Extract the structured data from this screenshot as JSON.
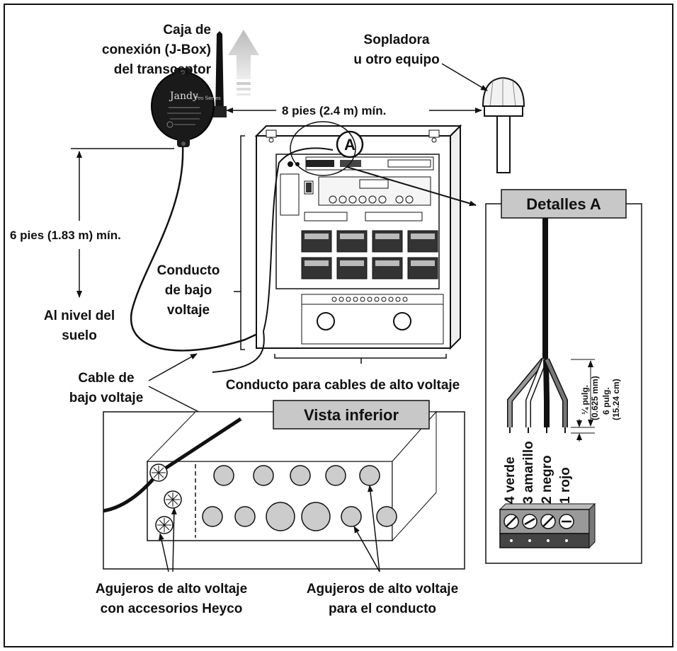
{
  "labels": {
    "jbox_line1": "Caja de",
    "jbox_line2": "conexión (J-Box)",
    "jbox_line3": "del transceptor",
    "blower_line1": "Sopladora",
    "blower_line2": "u otro equipo",
    "dist_8ft": "8 pies (2.4 m) mín.",
    "dist_6ft": "6 pies (1.83 m) mín.",
    "ground_line1": "Al nivel del",
    "ground_line2": "suelo",
    "conduit_low_line1": "Conducto",
    "conduit_low_line2": "de bajo",
    "conduit_low_line3": "voltaje",
    "cable_low_line1": "Cable de",
    "cable_low_line2": "bajo voltaje",
    "conduit_high": "Conducto para cables de alto voltaje",
    "callout_a": "A",
    "detail_title": "Detalles A",
    "bottom_view_title": "Vista inferior",
    "holes_heyco_line1": "Agujeros de alto voltaje",
    "holes_heyco_line2": "con accesorios Heyco",
    "holes_conduit_line1": "Agujeros de alto voltaje",
    "holes_conduit_line2": "para el conducto",
    "strip_dim_1": "¼ pulg.",
    "strip_dim_2": "(0.625 mm)",
    "wire_dim_1": "6 pulg.",
    "wire_dim_2": "(15.24 cm)",
    "jandy_brand": "Jandy",
    "jandy_series": "Pro Series"
  },
  "wires": [
    {
      "label": "4 verde"
    },
    {
      "label": "3 amarillo"
    },
    {
      "label": "2 negro"
    },
    {
      "label": "1 rojo"
    }
  ]
}
